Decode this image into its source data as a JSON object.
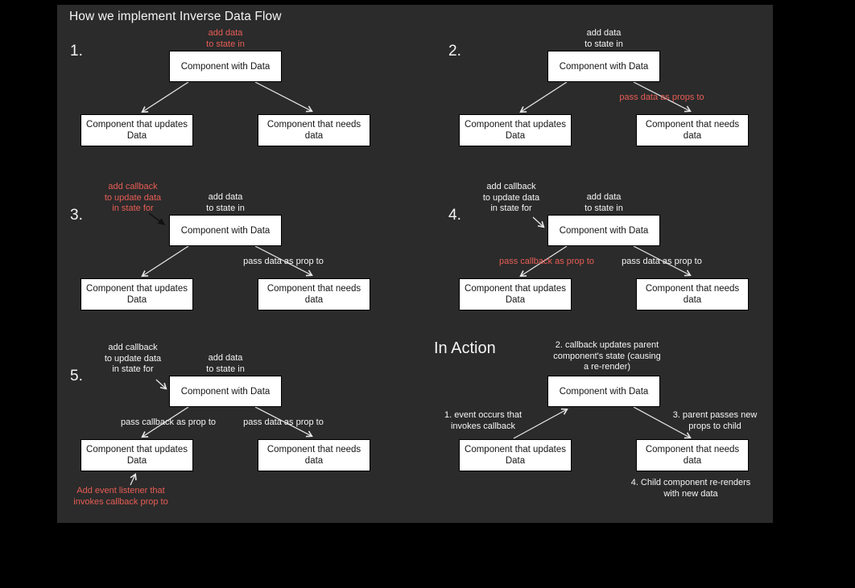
{
  "title": "How we implement Inverse Data Flow",
  "colors": {
    "background": "#000000",
    "panel": "#2b2b2b",
    "text": "#f5f5f5",
    "accent_red": "#e75d55",
    "arrow": "#e8e8e8",
    "dark_arrow": "#111111",
    "box_bg": "#ffffff",
    "box_border": "#000000",
    "box_text": "#151515"
  },
  "panels": [
    {
      "number": "1.",
      "labels": {
        "add_data": "add data\nto state in"
      },
      "boxes": {
        "parent": "Component with Data",
        "left": "Component that updates\nData",
        "right": "Component that needs\ndata"
      }
    },
    {
      "number": "2.",
      "labels": {
        "add_data": "add data\nto state in",
        "pass_data": "pass data as props to"
      },
      "boxes": {
        "parent": "Component with Data",
        "left": "Component that updates\nData",
        "right": "Component that needs\ndata"
      }
    },
    {
      "number": "3.",
      "labels": {
        "add_callback": "add callback\nto update data\nin state for",
        "add_data": "add data\nto state in",
        "pass_data": "pass data as prop to"
      },
      "boxes": {
        "parent": "Component with Data",
        "left": "Component that updates\nData",
        "right": "Component that needs\ndata"
      }
    },
    {
      "number": "4.",
      "labels": {
        "add_callback": "add callback\nto update data\nin state for",
        "add_data": "add data\nto state in",
        "pass_callback": "pass callback as prop to",
        "pass_data": "pass data as prop to"
      },
      "boxes": {
        "parent": "Component with Data",
        "left": "Component that updates\nData",
        "right": "Component that needs\ndata"
      }
    },
    {
      "number": "5.",
      "labels": {
        "add_callback": "add callback\nto update data\nin state for",
        "add_data": "add data\nto state in",
        "pass_callback": "pass callback as prop to",
        "pass_data": "pass data as prop to",
        "event_listener": "Add event listener that\ninvokes callback prop to"
      },
      "boxes": {
        "parent": "Component with Data",
        "left": "Component that updates\nData",
        "right": "Component that needs\ndata"
      }
    },
    {
      "heading": "In Action",
      "labels": {
        "step1": "1. event occurs that\ninvokes callback",
        "step2": "2. callback updates parent\ncomponent's state (causing\na re-render)",
        "step3": "3. parent passes new\nprops to child",
        "step4": "4. Child component re-renders\nwith new data"
      },
      "boxes": {
        "parent": "Component with Data",
        "left": "Component that updates\nData",
        "right": "Component that needs\ndata"
      }
    }
  ]
}
